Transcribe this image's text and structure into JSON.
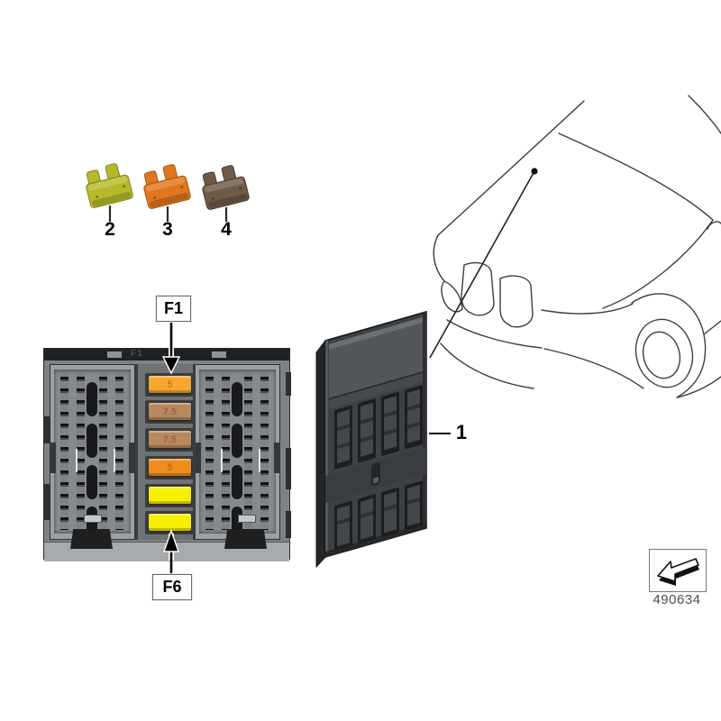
{
  "diagram": {
    "number": "490634"
  },
  "loose_fuses": [
    {
      "callout": "2",
      "color": "#b6ba2a",
      "shade": "#7f831a"
    },
    {
      "callout": "3",
      "color": "#e0761e",
      "shade": "#a85510"
    },
    {
      "callout": "4",
      "color": "#6e5a47",
      "shade": "#4b3d30"
    }
  ],
  "fuse_carrier": {
    "callout_top": "F1",
    "callout_bottom": "F6",
    "molded_label": "F1",
    "slots": [
      {
        "value": "5",
        "color": "#f7a72d",
        "text": "#d07e0d"
      },
      {
        "value": "7.5",
        "color": "#b8895f",
        "text": "#97653f"
      },
      {
        "value": "7.5",
        "color": "#b8895f",
        "text": "#97653f"
      },
      {
        "value": "5",
        "color": "#ee8d1d",
        "text": "#c2690c"
      },
      {
        "value": "",
        "color": "#f7ef00",
        "text": "#c9c300"
      },
      {
        "value": "",
        "color": "#f7ef00",
        "text": "#c9c300"
      }
    ]
  },
  "control_module": {
    "callout": "1"
  }
}
